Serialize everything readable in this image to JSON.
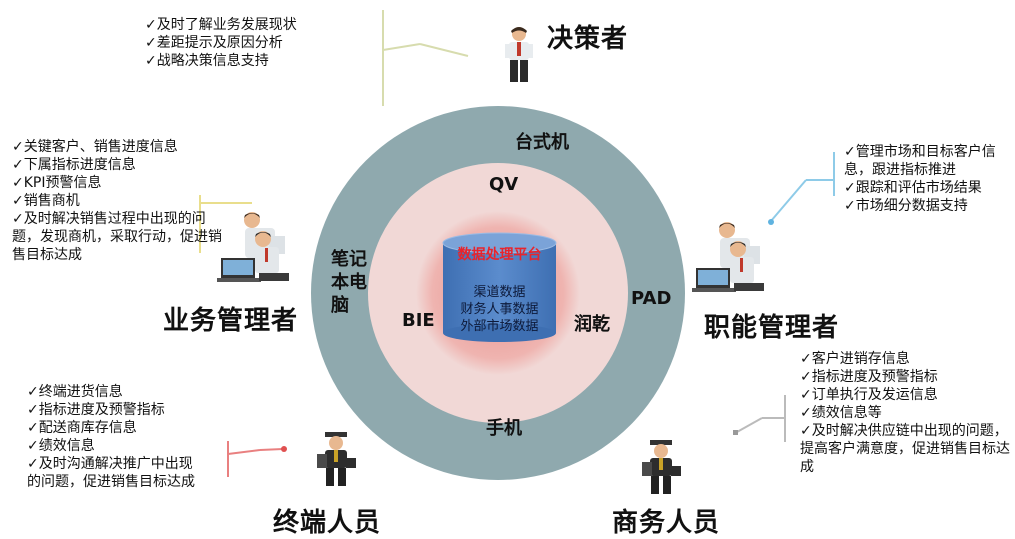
{
  "roles": {
    "decision_maker": "决策者",
    "business_manager": "业务管理者",
    "functional_manager": "职能管理者",
    "terminal_staff": "终端人员",
    "commerce_staff": "商务人员"
  },
  "bullets": {
    "decision_maker": [
      "✓及时了解业务发展现状",
      "✓差距提示及原因分析",
      "✓战略决策信息支持"
    ],
    "business_manager": [
      "✓关键客户、销售进度信息",
      "✓下属指标进度信息",
      "✓KPI预警信息",
      "✓销售商机",
      "✓及时解决销售过程中出现的问题，发现商机，采取行动，促进销售目标达成"
    ],
    "functional_manager": [
      "✓管理市场和目标客户信息，跟进指标推进",
      "✓跟踪和评估市场结果",
      "✓市场细分数据支持"
    ],
    "terminal_staff": [
      "✓终端进货信息",
      "✓指标进度及预警指标",
      "✓配送商库存信息",
      "✓绩效信息",
      "✓及时沟通解决推广中出现的问题，促进销售目标达成"
    ],
    "commerce_staff": [
      "✓客户进销存信息",
      "✓指标进度及预警指标",
      "✓订单执行及发运信息",
      "✓绩效信息等",
      "✓及时解决供应链中出现的问题，提高客户满意度，促进销售目标达成"
    ]
  },
  "outer_ring": {
    "top": "台式机",
    "left": "笔记本电脑",
    "right": "PAD",
    "bottom": "手机"
  },
  "inner_ring": {
    "top": "QV",
    "left": "BIE",
    "right": "润乾"
  },
  "core": {
    "title": "数据处理平台",
    "lines": [
      "渠道数据",
      "财务人事数据",
      "外部市场数据"
    ]
  },
  "colors": {
    "outer_ring": "#8fa9ae",
    "middle_ring": "#f1d8d6",
    "core_glow": "#e9908c",
    "cylinder": "#4f7fc0",
    "cylinder_title": "#e8242c"
  }
}
